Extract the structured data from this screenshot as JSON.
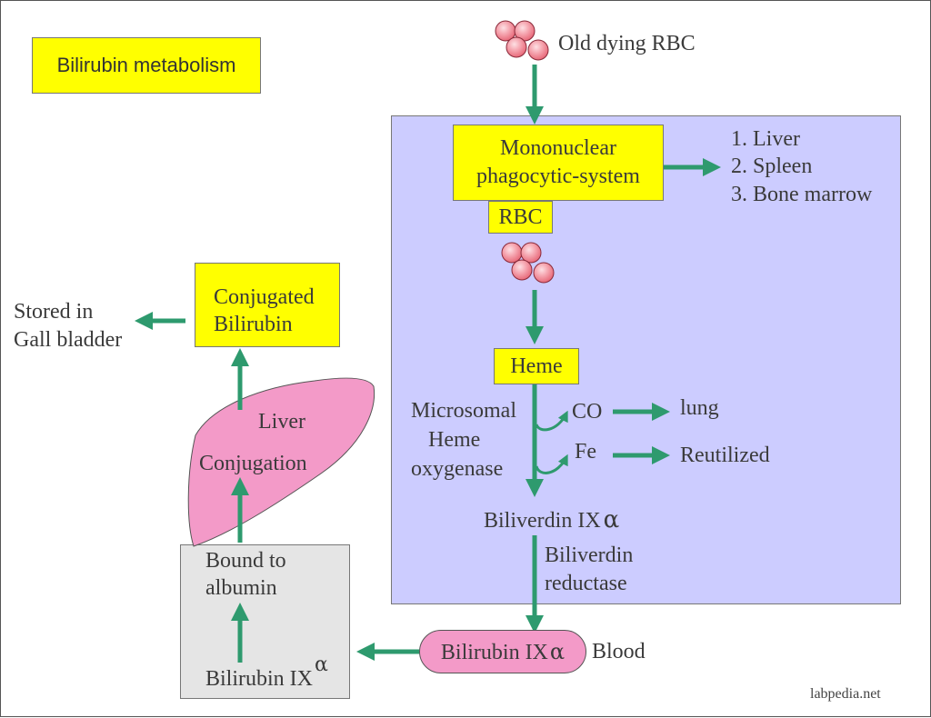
{
  "title": "Bilirubin metabolism",
  "source": {
    "label": "Old dying RBC",
    "reticuloendothelial": "Mononuclear phagocytic-system",
    "sites": [
      "1. Liver",
      "2. Spleen",
      "3. Bone marrow"
    ],
    "rbc_label": "RBC"
  },
  "heme": {
    "label": "Heme",
    "enzyme_lines": [
      "Microsomal",
      "Heme",
      "oxygenase"
    ],
    "co": "CO",
    "co_fate": "lung",
    "fe": "Fe",
    "fe_fate": "Reutilized"
  },
  "biliverdin": {
    "label": "Biliverdin IX",
    "alpha": "α",
    "enzyme_lines": [
      "Biliverdin",
      "reductase"
    ]
  },
  "blood": {
    "bilirubin": "Bilirubin IX",
    "alpha": "α",
    "location": "Blood"
  },
  "transport": {
    "bound_lines": [
      "Bound to",
      "albumin"
    ],
    "bilirubin": "Bilirubin IX",
    "alpha": "α"
  },
  "liver": {
    "organ": "Liver",
    "process": "Conjugation",
    "product_lines": [
      "Conjugated",
      "Bilirubin"
    ],
    "storage_lines": [
      "Stored in",
      "Gall bladder"
    ]
  },
  "watermark": "labpedia.net",
  "colors": {
    "panel": "#ccccff",
    "highlight": "#ffff00",
    "arrow": "#2e9a6e",
    "liver": "#f39ac8",
    "rbc": "#f08a9a",
    "albumin_box": "#e5e5e5"
  }
}
